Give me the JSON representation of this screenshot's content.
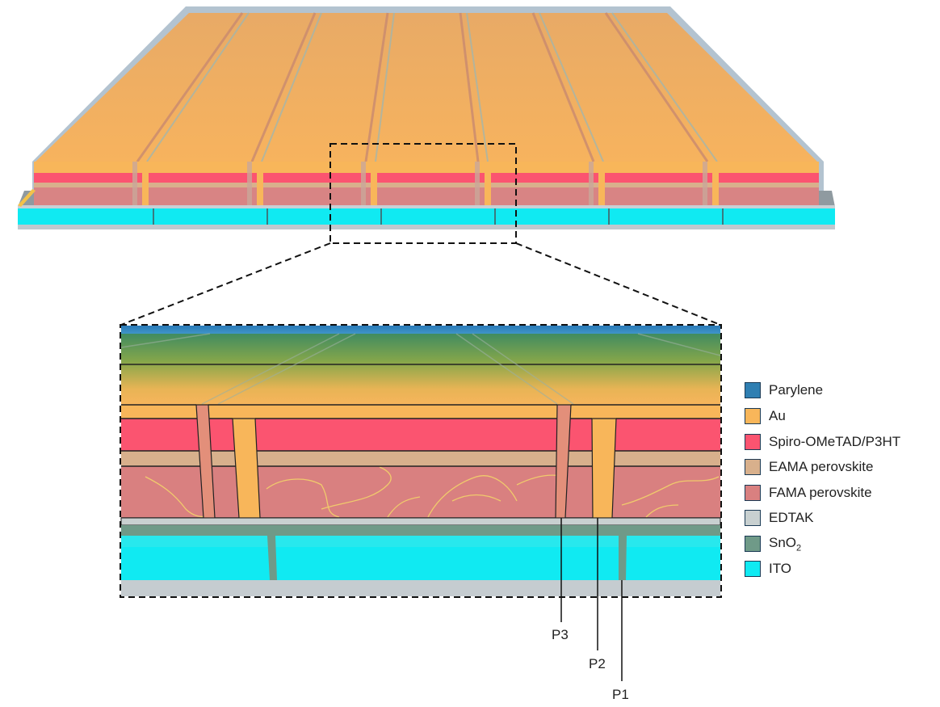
{
  "legend": [
    {
      "label": "Parylene",
      "color": "#2f7fb2"
    },
    {
      "label": "Au",
      "color": "#f8b65a"
    },
    {
      "label": "Spiro-OMeTAD/P3HT",
      "color": "#fb5470"
    },
    {
      "label": "EAMA perovskite",
      "color": "#d8b08c"
    },
    {
      "label": "FAMA perovskite",
      "color": "#d98080"
    },
    {
      "label": "EDTAK",
      "color": "#c8d0d0"
    },
    {
      "label": "SnO",
      "sub": "2",
      "color": "#6f9a88"
    },
    {
      "label": "ITO",
      "color": "#10eaf2"
    }
  ],
  "scribes": [
    {
      "label": "P3"
    },
    {
      "label": "P2"
    },
    {
      "label": "P1"
    }
  ]
}
